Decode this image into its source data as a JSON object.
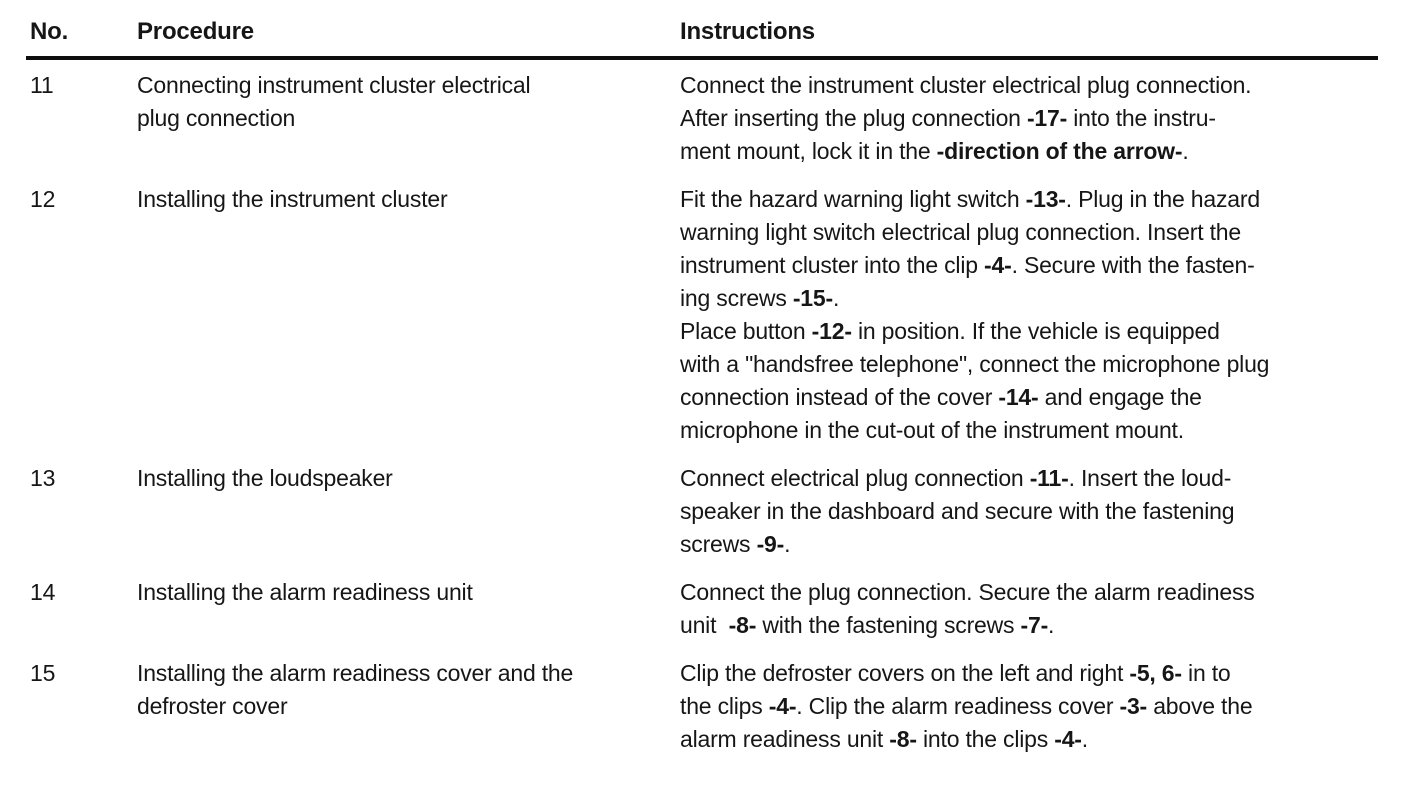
{
  "page": {
    "background": "#ffffff",
    "text_color": "#161616",
    "rule_color": "#0e0e0e"
  },
  "table": {
    "headers": {
      "no": "No.",
      "procedure": "Procedure",
      "instructions": "Instructions"
    },
    "rows": [
      {
        "no": "11",
        "procedure_lines": [
          "Connecting instrument cluster electrical",
          "plug connection"
        ],
        "instruction_lines": [
          [
            {
              "t": "Connect the instrument cluster electrical plug connection."
            }
          ],
          [
            {
              "t": "After inserting the plug connection "
            },
            {
              "t": "-17-",
              "b": true
            },
            {
              "t": " into the instru-"
            }
          ],
          [
            {
              "t": "ment mount, lock it in the "
            },
            {
              "t": "-direction of the arrow-",
              "b": true
            },
            {
              "t": "."
            }
          ]
        ]
      },
      {
        "no": "12",
        "procedure_lines": [
          "Installing the instrument cluster"
        ],
        "instruction_lines": [
          [
            {
              "t": "Fit the hazard warning light switch "
            },
            {
              "t": "-13-",
              "b": true
            },
            {
              "t": ". Plug in the hazard"
            }
          ],
          [
            {
              "t": "warning light switch electrical plug connection. Insert the"
            }
          ],
          [
            {
              "t": "instrument cluster into the clip "
            },
            {
              "t": "-4-",
              "b": true
            },
            {
              "t": ". Secure with the fasten-"
            }
          ],
          [
            {
              "t": "ing screws "
            },
            {
              "t": "-15-",
              "b": true
            },
            {
              "t": "."
            }
          ],
          [
            {
              "t": "Place button "
            },
            {
              "t": "-12-",
              "b": true
            },
            {
              "t": " in position. If the vehicle is equipped"
            }
          ],
          [
            {
              "t": "with a \"handsfree telephone\", connect the microphone plug"
            }
          ],
          [
            {
              "t": "connection instead of the cover "
            },
            {
              "t": "-14-",
              "b": true
            },
            {
              "t": " and engage the"
            }
          ],
          [
            {
              "t": "microphone in the cut-out of the instrument mount."
            }
          ]
        ]
      },
      {
        "no": "13",
        "procedure_lines": [
          "Installing the loudspeaker"
        ],
        "instruction_lines": [
          [
            {
              "t": "Connect electrical plug connection "
            },
            {
              "t": "-11-",
              "b": true
            },
            {
              "t": ". Insert the loud-"
            }
          ],
          [
            {
              "t": "speaker in the dashboard and secure with the fastening"
            }
          ],
          [
            {
              "t": "screws "
            },
            {
              "t": "-9-",
              "b": true
            },
            {
              "t": "."
            }
          ]
        ]
      },
      {
        "no": "14",
        "procedure_lines": [
          "Installing the alarm readiness unit"
        ],
        "instruction_lines": [
          [
            {
              "t": "Connect the plug connection. Secure the alarm readiness"
            }
          ],
          [
            {
              "t": "unit  "
            },
            {
              "t": "-8-",
              "b": true
            },
            {
              "t": " with the fastening screws "
            },
            {
              "t": "-7-",
              "b": true
            },
            {
              "t": "."
            }
          ]
        ]
      },
      {
        "no": "15",
        "procedure_lines": [
          "Installing the alarm readiness cover and the",
          "defroster cover"
        ],
        "instruction_lines": [
          [
            {
              "t": "Clip the defroster covers on the left and right "
            },
            {
              "t": "-5, 6-",
              "b": true
            },
            {
              "t": " in to"
            }
          ],
          [
            {
              "t": "the clips "
            },
            {
              "t": "-4-",
              "b": true
            },
            {
              "t": ". Clip the alarm readiness cover "
            },
            {
              "t": "-3-",
              "b": true
            },
            {
              "t": " above the"
            }
          ],
          [
            {
              "t": "alarm readiness unit "
            },
            {
              "t": "-8-",
              "b": true
            },
            {
              "t": " into the clips "
            },
            {
              "t": "-4-",
              "b": true
            },
            {
              "t": "."
            }
          ]
        ]
      }
    ]
  }
}
